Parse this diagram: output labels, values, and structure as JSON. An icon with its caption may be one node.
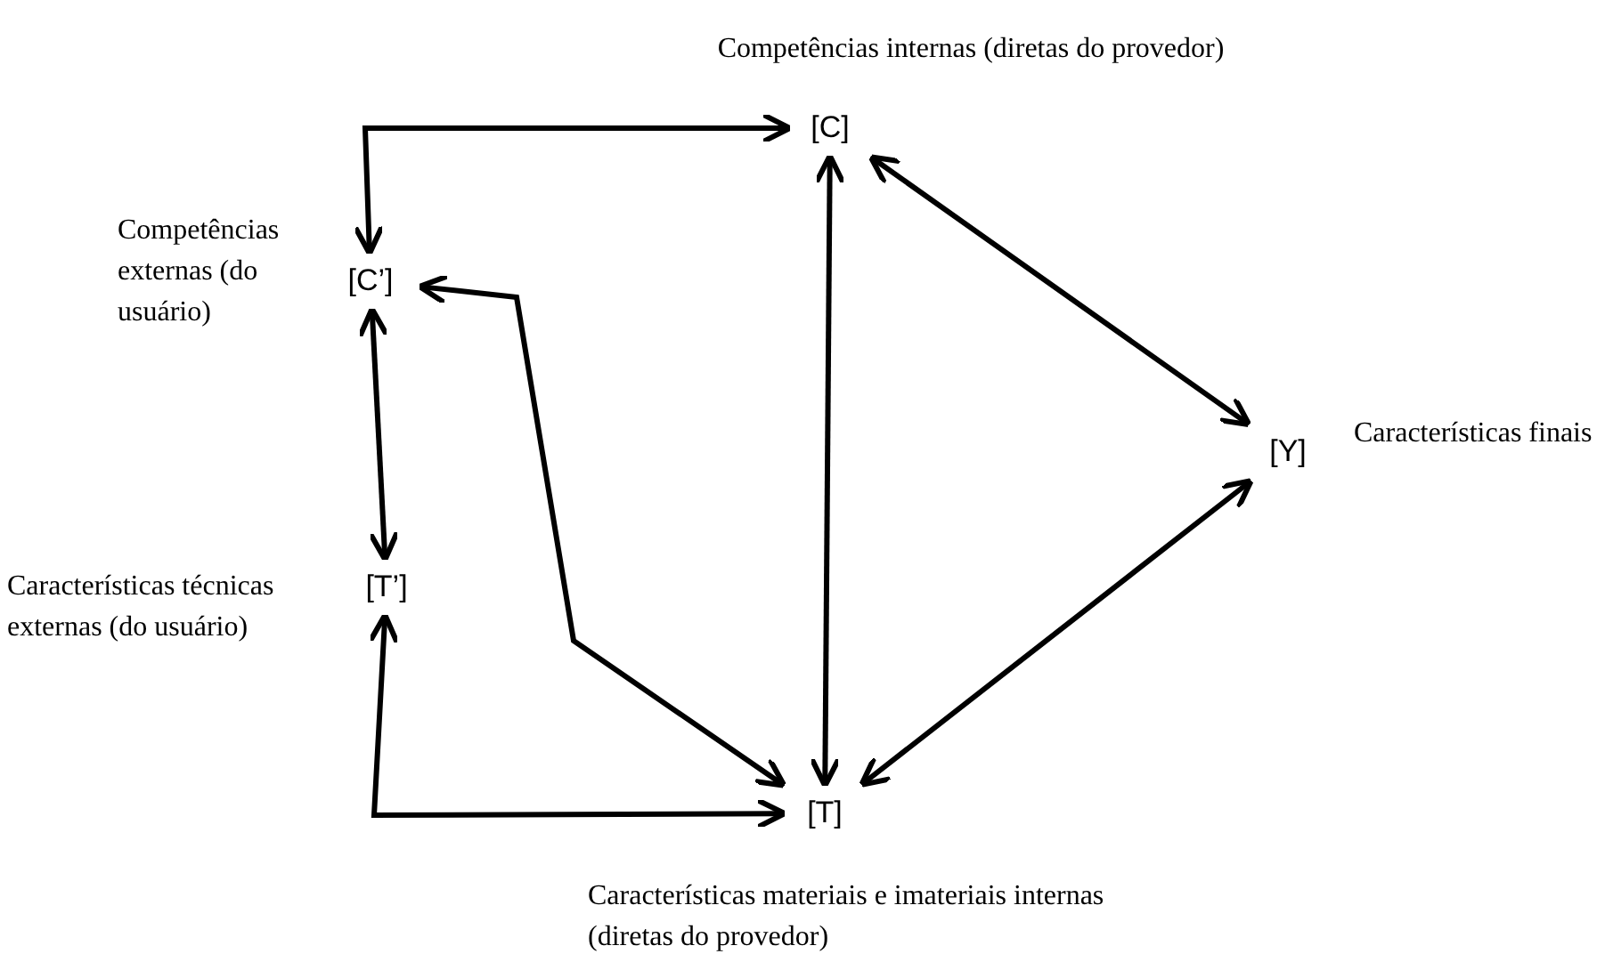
{
  "diagram": {
    "nodes": [
      {
        "text": [
          "[C]"
        ],
        "beside": [
          "Competências internas (diretas do provedor)"
        ]
      },
      {
        "text": [
          "[C’]"
        ],
        "beside": [
          "Competências externas (do usuário)"
        ]
      },
      {
        "text": [
          "[T’]"
        ],
        "beside": [
          "Características técnicas externas (do usuário)"
        ]
      },
      {
        "text": [
          "[T]"
        ],
        "beside": [
          "Características materiais e imateriais internas (diretas do provedor)"
        ]
      },
      {
        "text": [
          "[Y]"
        ],
        "beside": [
          "Características finais"
        ]
      }
    ],
    "edges": [
      {
        "from": 0,
        "to": 1,
        "arrow": "both"
      },
      {
        "from": 1,
        "to": 2,
        "arrow": "both"
      },
      {
        "from": 2,
        "to": 3,
        "arrow": "both"
      },
      {
        "from": 1,
        "to": 3,
        "arrow": "both"
      },
      {
        "from": 0,
        "to": 3,
        "arrow": "both"
      },
      {
        "from": 0,
        "to": 4,
        "arrow": "both"
      },
      {
        "from": 4,
        "to": 3,
        "arrow": "both"
      }
    ]
  }
}
